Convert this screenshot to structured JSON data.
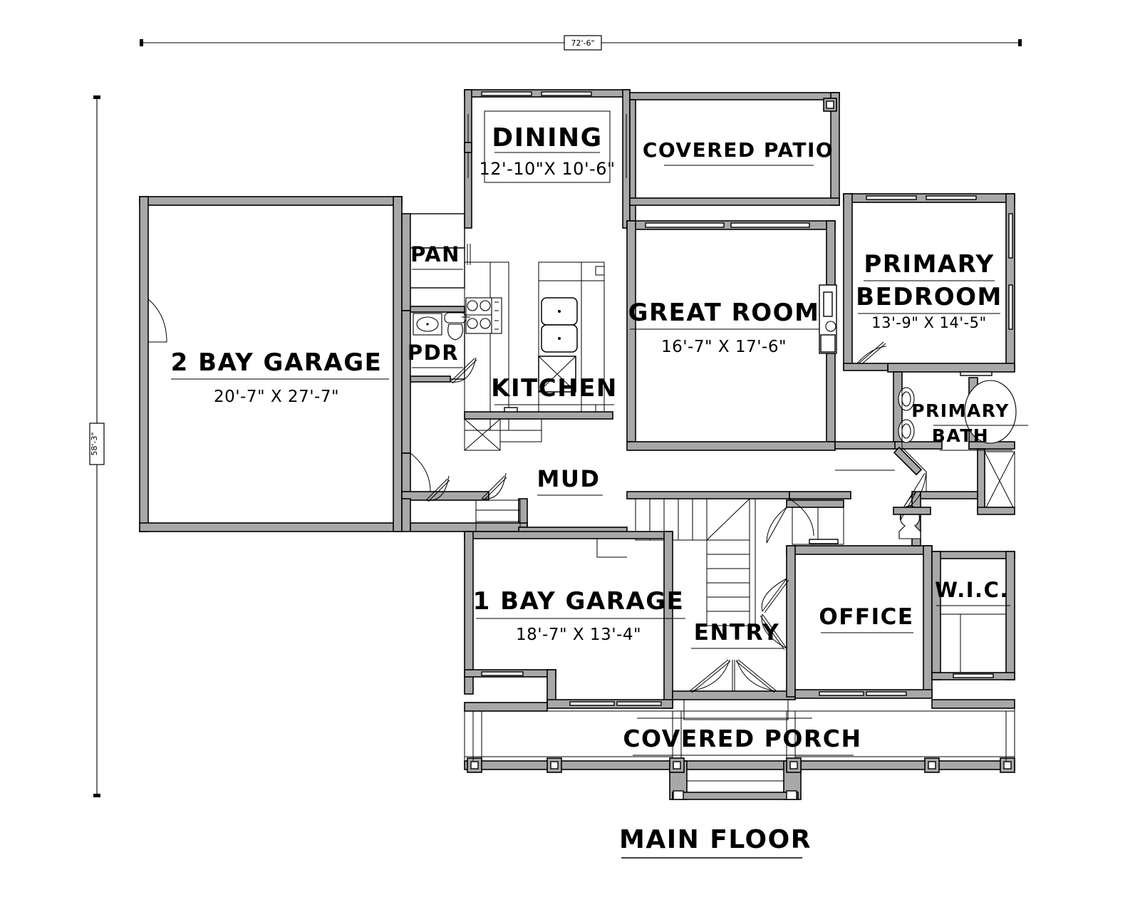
{
  "sheet": {
    "title": "MAIN FLOOR",
    "overall_width_dimension": "72'-6\"",
    "overall_height_dimension": "58'-3\""
  },
  "rooms": [
    {
      "key": "dining",
      "label": "DINING",
      "dimension": "12'-10\"X 10'-6\""
    },
    {
      "key": "covered_patio",
      "label": "COVERED PATIO",
      "dimension": ""
    },
    {
      "key": "primary_bedroom",
      "label_line1": "PRIMARY",
      "label_line2": "BEDROOM",
      "dimension": "13'-9\"  X  14'-5\""
    },
    {
      "key": "great_room",
      "label": "GREAT ROOM",
      "dimension": "16'-7\"  X  17'-6\""
    },
    {
      "key": "kitchen",
      "label": "KITCHEN",
      "dimension": ""
    },
    {
      "key": "pantry",
      "label": "PAN",
      "dimension": ""
    },
    {
      "key": "powder",
      "label": "PDR",
      "dimension": ""
    },
    {
      "key": "two_bay_garage",
      "label": "2 BAY GARAGE",
      "dimension": "20'-7\"  X  27'-7\""
    },
    {
      "key": "one_bay_garage",
      "label": "1 BAY GARAGE",
      "dimension": "18'-7\"  X  13'-4\""
    },
    {
      "key": "mud",
      "label": "MUD",
      "dimension": ""
    },
    {
      "key": "entry",
      "label": "ENTRY",
      "dimension": ""
    },
    {
      "key": "office",
      "label": "OFFICE",
      "dimension": ""
    },
    {
      "key": "primary_bath",
      "label_line1": "PRIMARY",
      "label_line2": "BATH",
      "dimension": ""
    },
    {
      "key": "wic",
      "label": "W.I.C.",
      "dimension": ""
    },
    {
      "key": "covered_porch",
      "label": "COVERED PORCH",
      "dimension": ""
    }
  ],
  "colors": {
    "wall_fill": "#a8a8a8",
    "line": "#000000",
    "background": "#ffffff"
  }
}
